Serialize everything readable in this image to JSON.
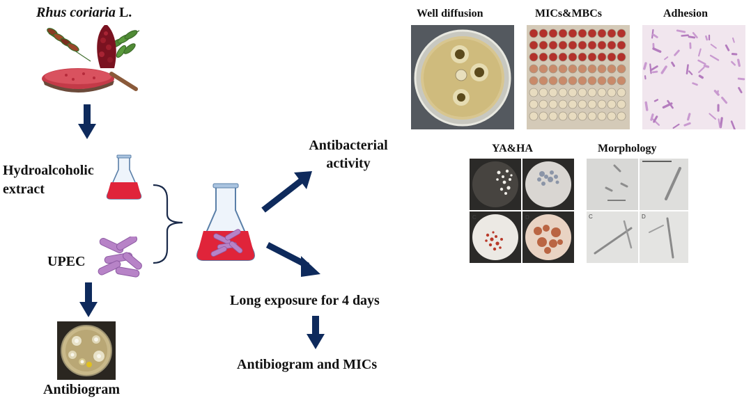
{
  "source_plant": {
    "species": "Rhus coriaria",
    "author": " L."
  },
  "extract_label": "Hydroalcoholic extract",
  "bacteria_label": "UPEC",
  "antibiogram_label": "Antibiogram",
  "outcome_antibacterial": "Antibacterial activity",
  "outcome_long_exposure": "Long exposure for 4 days",
  "outcome_after_exposure": "Antibiogram and MICs",
  "assays": {
    "well_diffusion": "Well diffusion",
    "mics_mbcs": "MICs&MBCs",
    "adhesion": "Adhesion",
    "ya_ha": "YA&HA",
    "morphology": "Morphology"
  },
  "panel_letters": {
    "c": "C",
    "d": "D"
  },
  "colors": {
    "arrow": "#0e2a5c",
    "extract": "#e0243a",
    "bacteria": "#b783c7"
  }
}
